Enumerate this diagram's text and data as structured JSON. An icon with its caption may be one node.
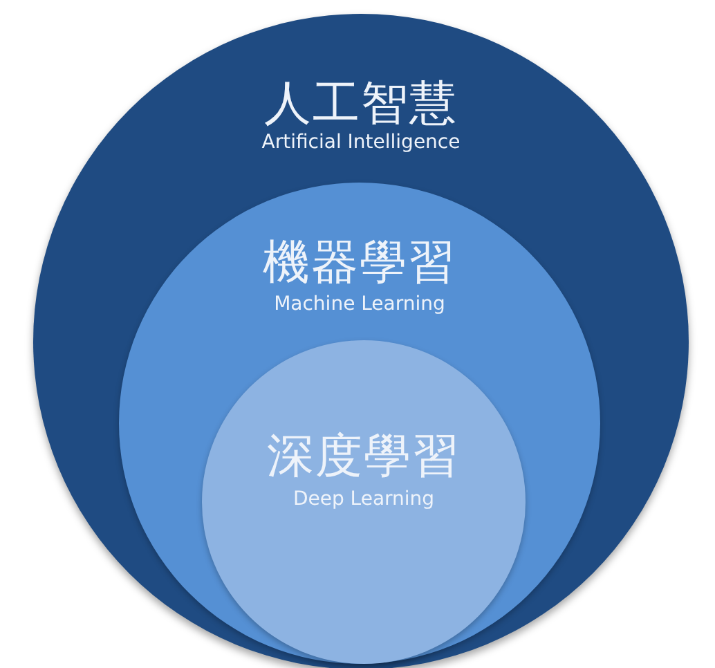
{
  "diagram": {
    "nodes": [
      {
        "text": [
          "人工智慧",
          "Artificial Intelligence"
        ]
      },
      {
        "text": [
          "機器學習",
          "Machine Learning"
        ],
        "in": 0
      },
      {
        "text": [
          "深度學習",
          "Deep Learning"
        ],
        "in": 1
      }
    ]
  }
}
